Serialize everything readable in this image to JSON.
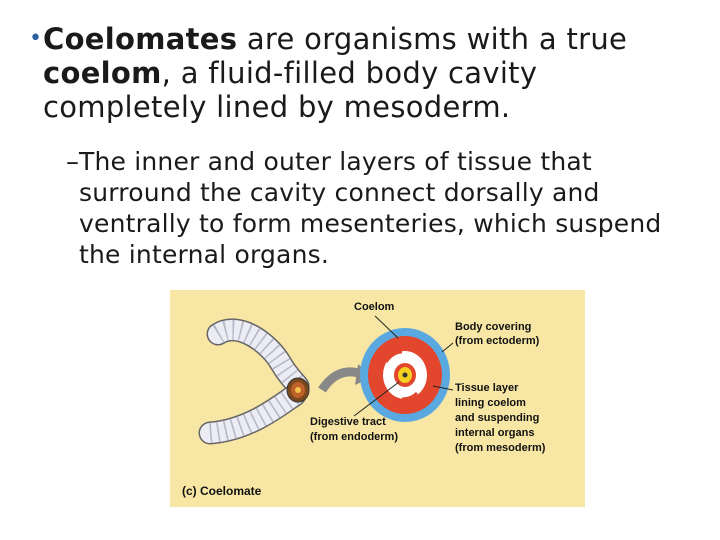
{
  "bullet": {
    "term1": "Coelomates",
    "text1": " are organisms with a true ",
    "term2": "coelom",
    "text2": ", a fluid-filled body cavity completely lined by mesoderm."
  },
  "sub_bullet": {
    "dash": "–",
    "text": "The inner and outer layers of tissue that surround the cavity connect dorsally and ventrally to form mesenteries, which suspend the internal organs."
  },
  "figure": {
    "label_coelom": "Coelom",
    "label_body_covering_1": "Body covering",
    "label_body_covering_2": "(from ectoderm)",
    "label_tissue_1": "Tissue layer",
    "label_tissue_2": "lining coelom",
    "label_tissue_3": "and suspending",
    "label_tissue_4": "internal organs",
    "label_tissue_5": "(from mesoderm)",
    "label_digestive_1": "Digestive tract",
    "label_digestive_2": "(from endoderm)",
    "caption": "(c) Coelomate"
  },
  "colors": {
    "figure_background": "#f8e7a4",
    "bullet_dot": "#2d5f9e",
    "outer_ring": "#5aa8e0",
    "mesoderm": "#e2462c",
    "endoderm": "#f4d020",
    "worm": "#ececf4"
  }
}
